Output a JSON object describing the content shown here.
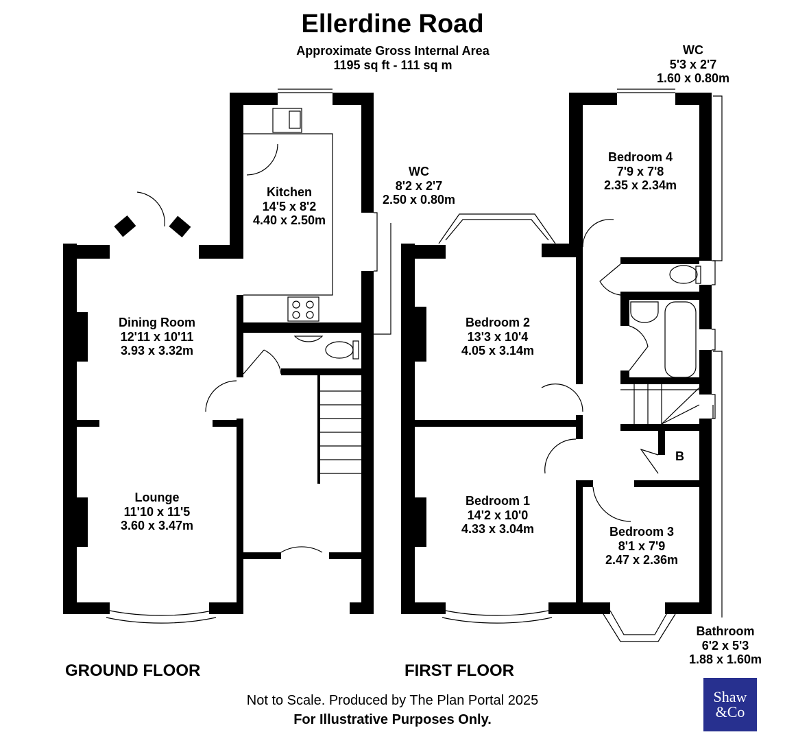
{
  "header": {
    "title": "Ellerdine Road",
    "subtitle": "Approximate Gross Internal Area",
    "area": "1195 sq ft - 111 sq m"
  },
  "rooms": [
    {
      "name": "Kitchen",
      "imperial": "14'5 x 8'2",
      "metric": "4.40 x 2.50m"
    },
    {
      "name": "Dining Room",
      "imperial": "12'11 x 10'11",
      "metric": "3.93 x 3.32m"
    },
    {
      "name": "Lounge",
      "imperial": "11'10 x 11'5",
      "metric": "3.60 x 3.47m"
    },
    {
      "name": "WC",
      "imperial": "8'2 x 2'7",
      "metric": "2.50 x 0.80m"
    },
    {
      "name": "Bedroom 2",
      "imperial": "13'3 x 10'4",
      "metric": "4.05 x 3.14m"
    },
    {
      "name": "Bedroom 1",
      "imperial": "14'2 x 10'0",
      "metric": "4.33 x 3.04m"
    },
    {
      "name": "Bedroom 4",
      "imperial": "7'9 x 7'8",
      "metric": "2.35 x 2.34m"
    },
    {
      "name": "WC",
      "imperial": "5'3 x 2'7",
      "metric": "1.60 x 0.80m"
    },
    {
      "name": "Bedroom 3",
      "imperial": "8'1 x 7'9",
      "metric": "2.47 x 2.36m"
    },
    {
      "name": "Bathroom",
      "imperial": "6'2 x 5'3",
      "metric": "1.88 x 1.60m"
    }
  ],
  "boiler_label": "B",
  "floors": {
    "ground": "GROUND FLOOR",
    "first": "FIRST FLOOR"
  },
  "footer": {
    "line1": "Not to Scale. Produced by The Plan Portal 2025",
    "line2": "For Illustrative Purposes Only."
  },
  "logo": {
    "line1": "Shaw",
    "line2": "&Co",
    "color": "#27308f"
  }
}
